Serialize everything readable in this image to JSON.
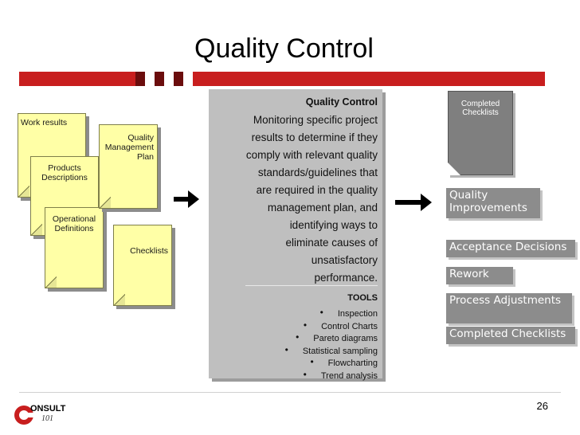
{
  "title": "Quality Control",
  "inputs": {
    "work_results": "Work results",
    "quality_plan": "Quality Management Plan",
    "products": "Products Descriptions",
    "operational": "Operational Definitions",
    "checklists": "Checklists"
  },
  "process": {
    "header": "Quality Control",
    "description_lines": [
      "Monitoring specific project",
      "results to determine if they",
      "comply with relevant quality",
      "standards/guidelines that",
      "are required in the quality",
      "management plan, and",
      "identifying ways to",
      "eliminate causes of",
      "unsatisfactory",
      "performance."
    ],
    "tools_header": "TOOLS",
    "tools": [
      "Inspection",
      "Control Charts",
      "Pareto diagrams",
      "Statistical sampling",
      "Flowcharting",
      "Trend analysis"
    ]
  },
  "outputs": {
    "completed_doc": "Completed Checklists",
    "items": [
      "Quality Improvements",
      "Acceptance Decisions",
      "Rework",
      "Process Adjustments",
      "Completed Checklists"
    ]
  },
  "footer": {
    "page_number": "26",
    "logo_text": "ONSULT",
    "logo_sub": "101"
  },
  "colors": {
    "accent": "#c81e1e",
    "doc_fill": "#ffffa6",
    "panel": "#bfbfbf",
    "output_box": "#8c8c8c"
  }
}
